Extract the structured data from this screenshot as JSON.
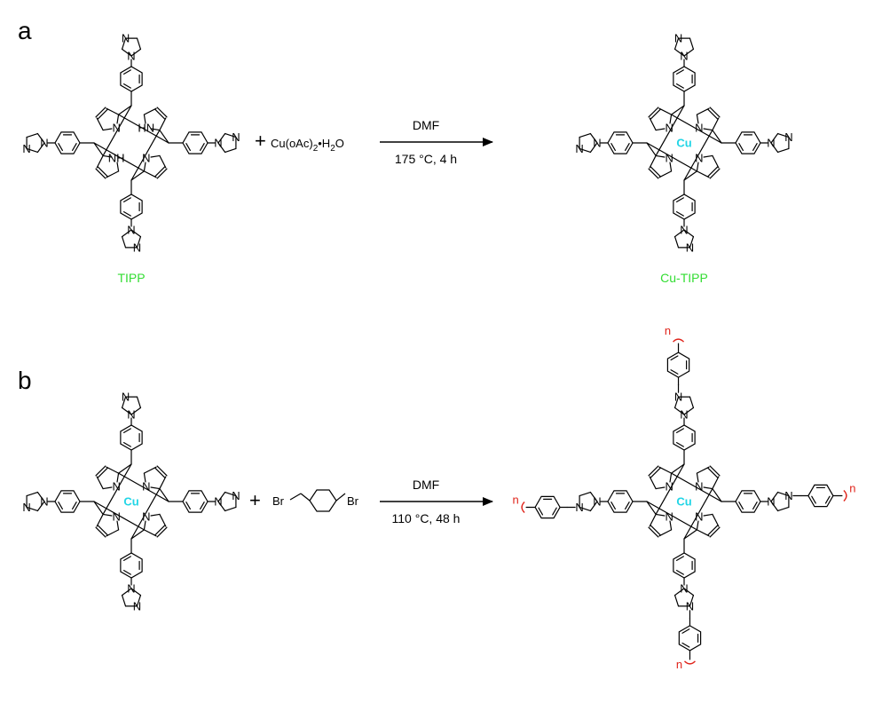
{
  "panels": {
    "a": {
      "letter": "a",
      "plus": "+",
      "reagent": {
        "main": "Cu(oAc)",
        "sub1": "2",
        "mid": "•H",
        "sub2": "2",
        "end": "O"
      },
      "condition_top": "DMF",
      "condition_bottom": "175 °C, 4 h",
      "reactant_label": "TIPP",
      "product_label": "Cu-TIPP"
    },
    "b": {
      "letter": "b",
      "plus": "+",
      "reagent_br_left": "Br",
      "reagent_br_right": "Br",
      "condition_top": "DMF",
      "condition_bottom": "110 °C, 48 h"
    }
  },
  "atoms": {
    "N": "N",
    "NH": "NH",
    "HN": "HN",
    "metal": "Cu",
    "repeat": "n"
  },
  "colors": {
    "compound_label": "#33dd33",
    "metal": "#22d5e6",
    "repeat": "#e0241b",
    "bond": "#000000"
  }
}
